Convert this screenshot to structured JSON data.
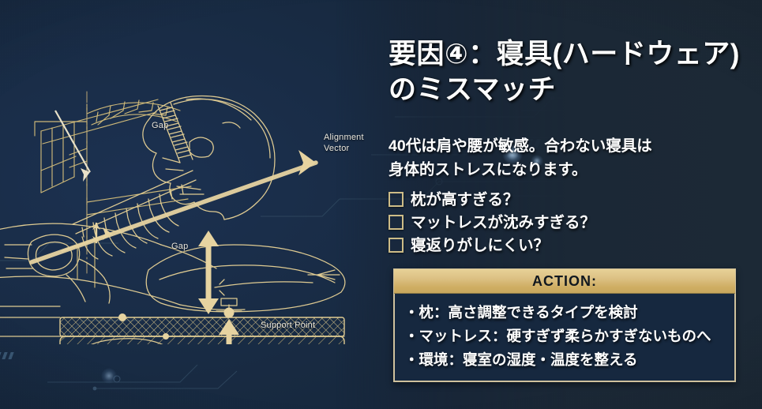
{
  "slide": {
    "title_line1": "要因④：寝具(ハードウェア)",
    "title_line2": "のミスマッチ",
    "lede_line1": "40代は肩や腰が敏感。合わない寝具は",
    "lede_line2": "身体的ストレスになります。",
    "checklist": [
      {
        "label": "枕が高すぎる？",
        "checked": false
      },
      {
        "label": "マットレスが沈みすぎる？",
        "checked": false
      },
      {
        "label": "寝返りがしにくい？",
        "checked": false
      }
    ],
    "action": {
      "heading": "ACTION:",
      "items": [
        "・枕：高さ調整できるタイプを検討",
        "・マットレス：硬すぎず柔らかすぎないものへ",
        "・環境：寝室の湿度・温度を整える"
      ]
    }
  },
  "diagram": {
    "name": "sleep-posture-blueprint",
    "labels": {
      "gap_upper": "Gap",
      "alignment_vector_line1": "Alignment",
      "alignment_vector_line2": "Vector",
      "gap_lower": "Gap",
      "support_point": "Support Point"
    }
  },
  "colors": {
    "background_navy": "#17293f",
    "background_slate": "#1c2936",
    "gold": "#d8bc78",
    "gold_light": "#e9d9a8",
    "gold_header_top": "#e7d197",
    "gold_header_bottom": "#c7a75d",
    "action_body_navy": "#16283f",
    "text_white": "#ffffff",
    "action_heading_text": "#11181f",
    "circuit_trace": "#2c4258"
  }
}
